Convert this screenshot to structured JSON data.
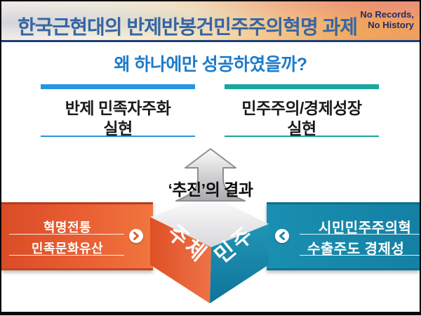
{
  "slide": {
    "background": "#ffffff",
    "frame_color": "#000000"
  },
  "header": {
    "title": "한국근현대의 반제반봉건민주주의혁명 과제",
    "slogan_line1": "No Records,",
    "slogan_line2": "No History",
    "title_color": "#3565a4",
    "slogan_color": "#232a66",
    "underline_color": "#1c3e7c"
  },
  "question": {
    "text": "왜 하나에만 성공하였을까?",
    "color": "#1d7bca"
  },
  "columns": [
    {
      "title_line1": "반제 민족자주화",
      "title_line2": "실현",
      "accent_color": "#2596e0"
    },
    {
      "title_line1": "민주주의/경제성장",
      "title_line2": "실현",
      "accent_color": "#17a79e"
    }
  ],
  "result": {
    "label": "‘추진’의 결과"
  },
  "cube": {
    "left_face_label": "주체",
    "right_face_label": "민주",
    "left_face_color": "#e4572e",
    "right_face_color": "#1787a9",
    "top_face_color": "#f2f2f4"
  },
  "left_banner": {
    "line1": "혁명전통",
    "line2": "민족문화유산",
    "chevron_icon": "chevron-right",
    "color_start": "#da4c26",
    "color_end": "#f0763f"
  },
  "right_banner": {
    "line1": "시민민주주의혁",
    "line2": "수출주도 경제성",
    "chevron_icon": "chevron-left",
    "color_start": "#1a8fb1",
    "color_end": "#1480a4"
  }
}
